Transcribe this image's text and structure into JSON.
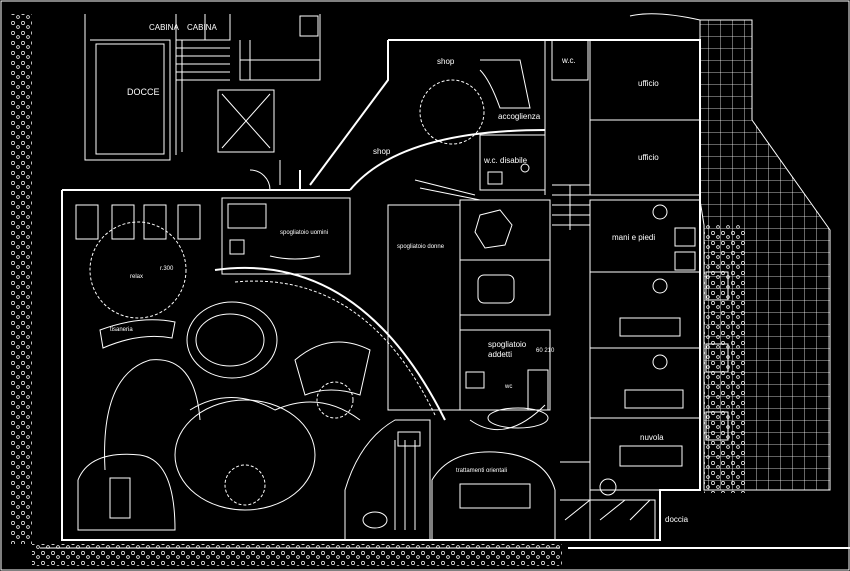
{
  "labels": {
    "cabina_1": "CABINA",
    "cabina_2": "CABINA",
    "docce_top": "DOCCE",
    "shop_top": "shop",
    "wc": "w.c.",
    "ufficio_1": "ufficio",
    "ufficio_2": "ufficio",
    "accoglienza": "accoglienza",
    "shop_mid": "shop",
    "wc_disabile": "w.c. disabile",
    "spogliatoio_uomini": "spogliatoio uomini",
    "spogliatoio_donne": "spogliatoio donne",
    "mani_e_piedi": "mani e piedi",
    "relax": "relax",
    "relax_dim": "r.300",
    "tisaneria": "tisaneria",
    "spogliatoio_addetti_1": "spogliatoio",
    "spogliatoio_addetti_2": "addetti",
    "wc_addetti": "wc",
    "dim_addetti": "60\n210",
    "nuvola": "nuvola",
    "trattamenti_orientali": "trattamenti orientali",
    "doccia": "doccia"
  },
  "colors": {
    "background": "#000000",
    "lines": "#ffffff"
  }
}
